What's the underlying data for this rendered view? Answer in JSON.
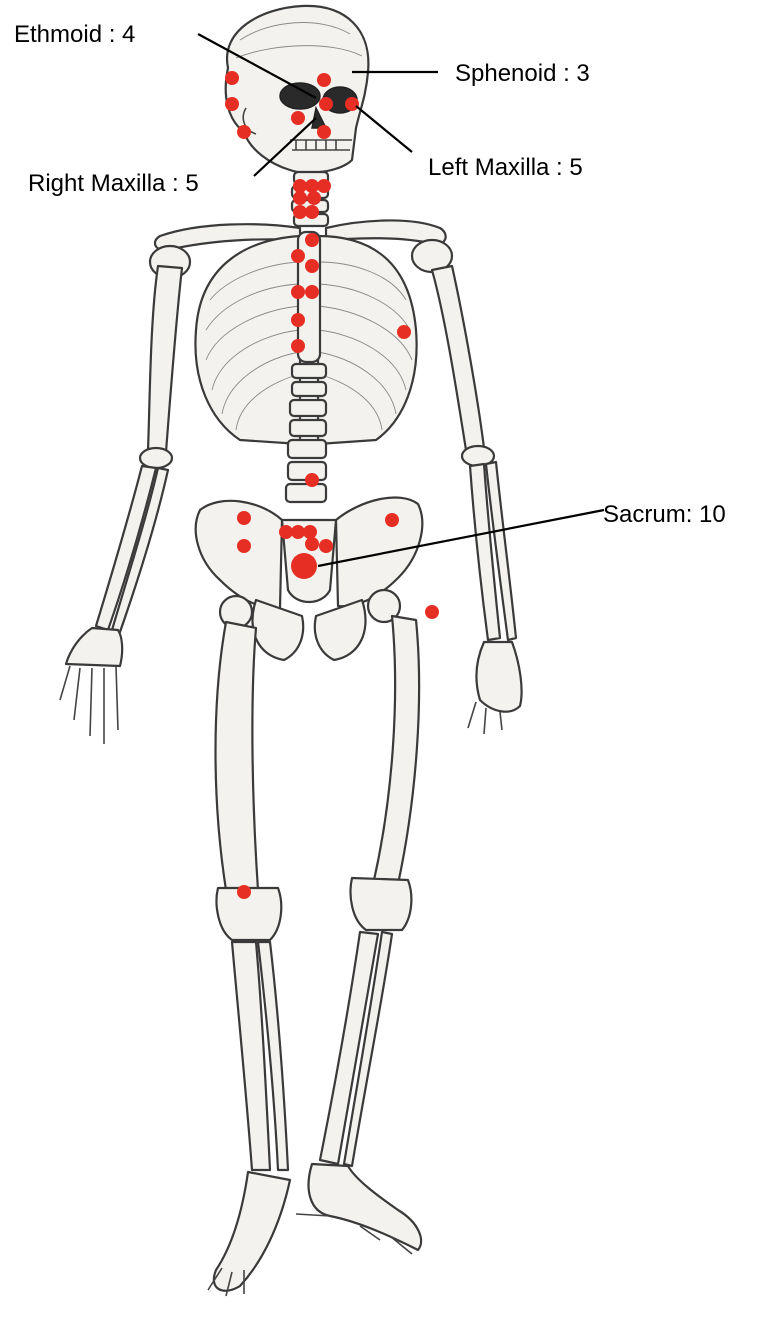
{
  "labels": {
    "ethmoid": "Ethmoid : 4",
    "sphenoid": "Sphenoid : 3",
    "right_maxilla": "Right Maxilla : 5",
    "left_maxilla": "Left Maxilla : 5",
    "sacrum": "Sacrum: 10"
  },
  "colors": {
    "marker": "#e62e24",
    "bone_outline": "#3a3a3a",
    "bone_fill": "#f4f2ee",
    "leader_line": "#000000",
    "background": "#ffffff"
  }
}
